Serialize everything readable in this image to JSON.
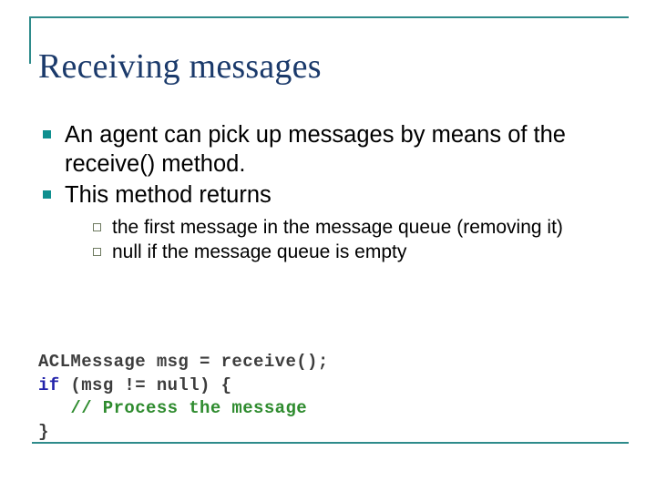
{
  "slide": {
    "title": "Receiving messages",
    "theme": {
      "accent_rule": "#2e8b8b",
      "title_color": "#1b3a6b",
      "bullet1_marker": "#0f8f8f",
      "bullet2_marker_border": "#6e7a60",
      "body_text": "#000000",
      "background": "#ffffff",
      "code_text": "#3d3d3d",
      "code_keyword": "#2222aa",
      "code_comment": "#2e8b2e"
    }
  },
  "bullets": [
    {
      "text": "An agent can pick up messages by means of the receive() method.",
      "marker": "filled-square"
    },
    {
      "text": "This method returns",
      "marker": "filled-square",
      "children": [
        {
          "text": "the first message in the message queue (removing it)",
          "marker": "hollow-square"
        },
        {
          "text": "null if the message queue is empty",
          "marker": "hollow-square"
        }
      ]
    }
  ],
  "code": {
    "language": "java",
    "lines": [
      {
        "tokens": [
          {
            "t": "ACLMessage msg = receive();",
            "k": "plain"
          }
        ]
      },
      {
        "tokens": [
          {
            "t": "if",
            "k": "keyword"
          },
          {
            "t": " (msg != null) {",
            "k": "plain"
          }
        ]
      },
      {
        "tokens": [
          {
            "t": "   ",
            "k": "plain"
          },
          {
            "t": "// Process the message",
            "k": "comment"
          }
        ]
      },
      {
        "tokens": [
          {
            "t": "}",
            "k": "plain"
          }
        ]
      }
    ]
  }
}
